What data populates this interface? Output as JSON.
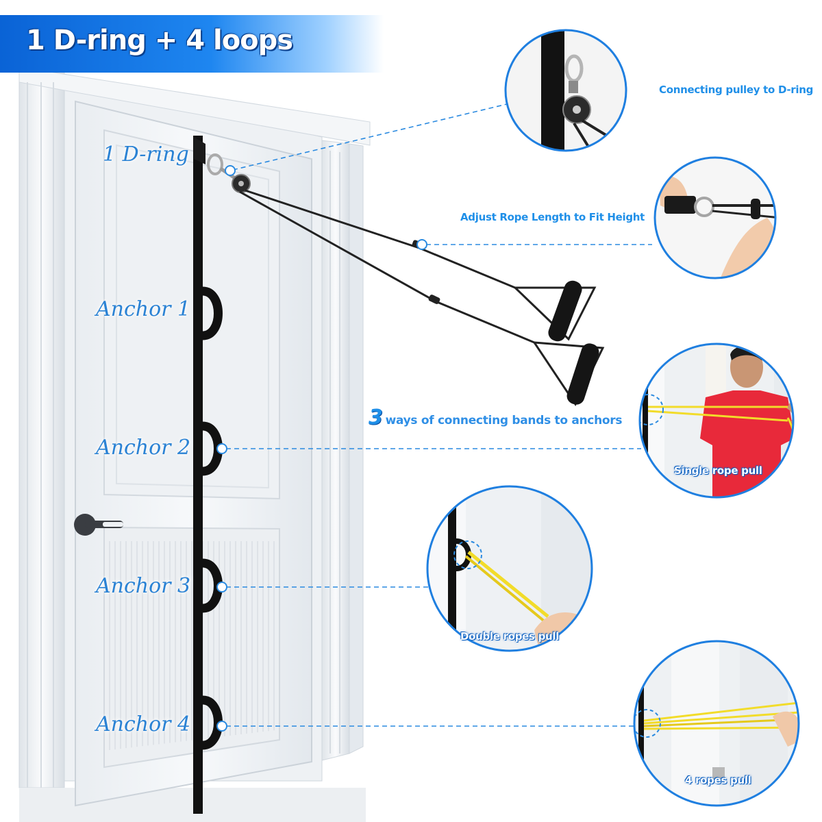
{
  "banner": {
    "title": "1 D-ring + 4 loops"
  },
  "door_labels": {
    "dring": "1 D-ring",
    "anchor1": "Anchor 1",
    "anchor2": "Anchor 2",
    "anchor3": "Anchor 3",
    "anchor4": "Anchor 4"
  },
  "callouts": {
    "pulley": "Connecting pulley to D-ring",
    "rope_length": "Adjust Rope Length to Fit Height",
    "ways_number": "3",
    "ways_text": "ways of connecting bands to anchors",
    "single": "Single rope pull",
    "double": "Double ropes pull",
    "four": "4 ropes pull"
  },
  "colors": {
    "accent_blue": "#1f8fe8",
    "strap_black": "#111111",
    "band_yellow": "#f2dc2a",
    "shirt_red": "#e8293a",
    "door_white": "#f3f5f7"
  }
}
